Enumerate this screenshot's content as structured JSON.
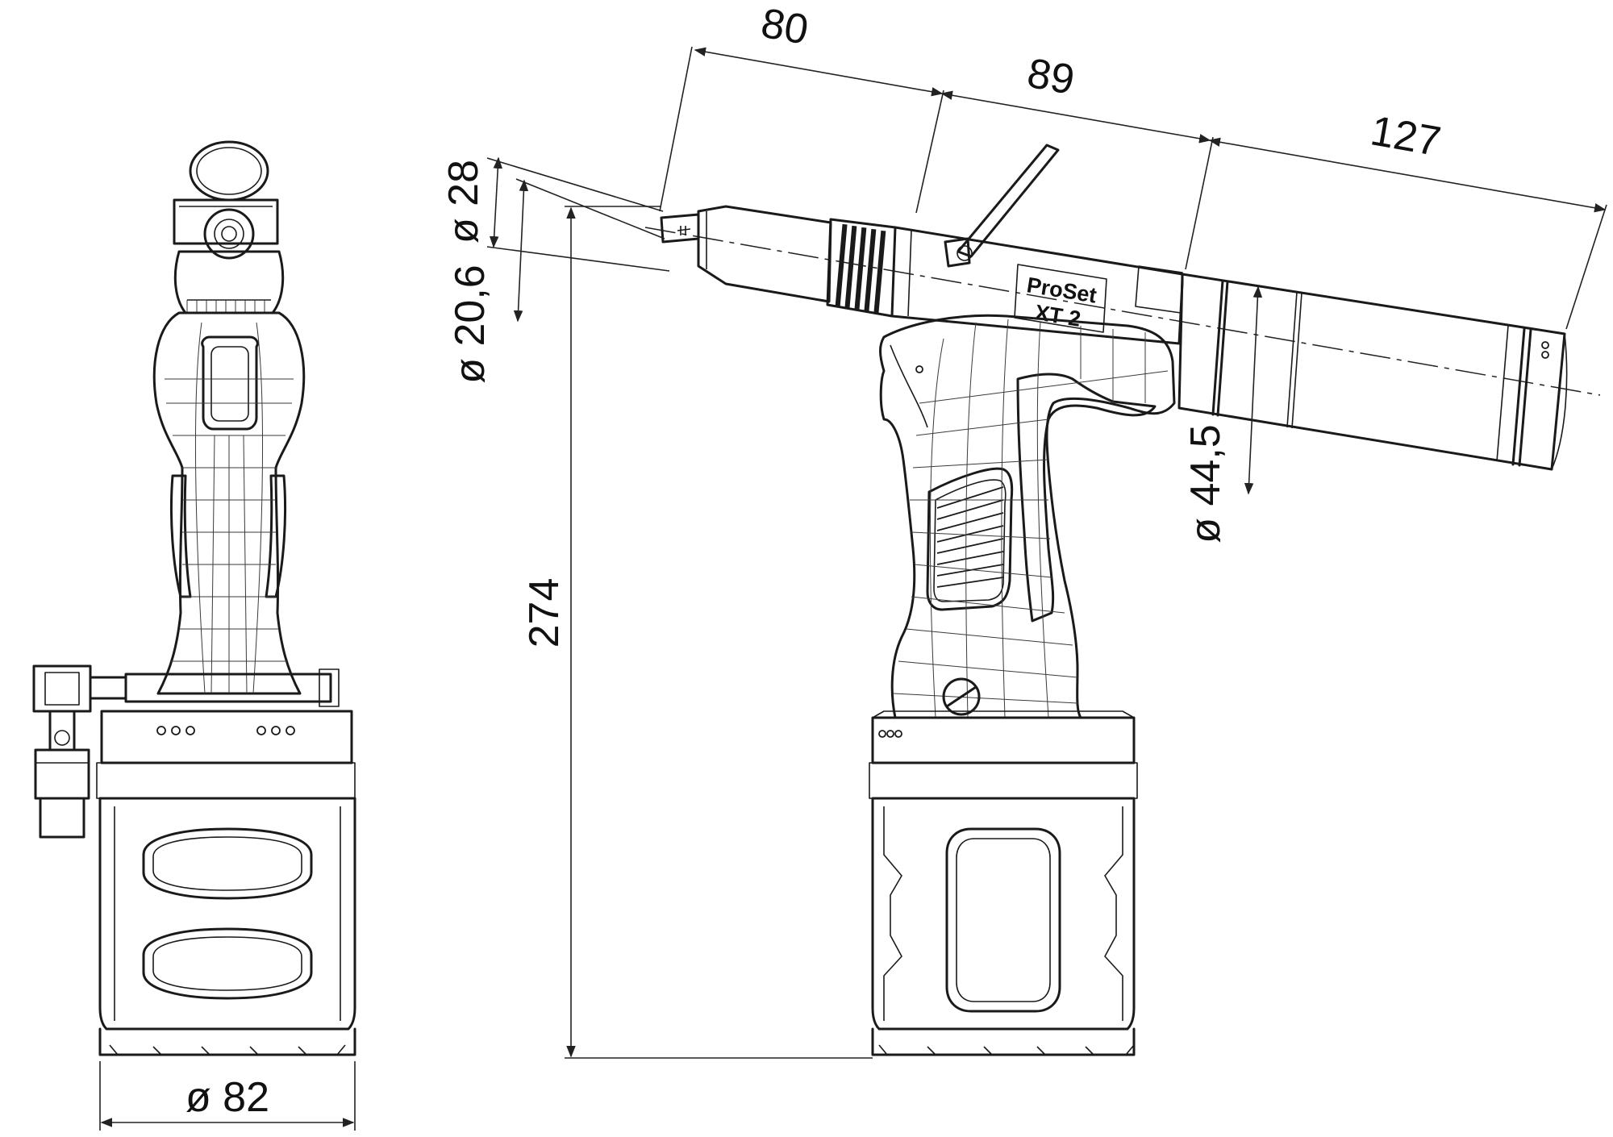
{
  "product": {
    "brand_label": "ProSet",
    "model_label": "XT 2"
  },
  "dimensions": {
    "front_length": "80",
    "mid_length": "89",
    "rear_length": "127",
    "nose_diameter_outer": "ø 28",
    "nose_diameter_inner": "ø 20,6",
    "body_diameter": "ø 44,5",
    "total_height": "274",
    "base_diameter": "ø 82"
  }
}
